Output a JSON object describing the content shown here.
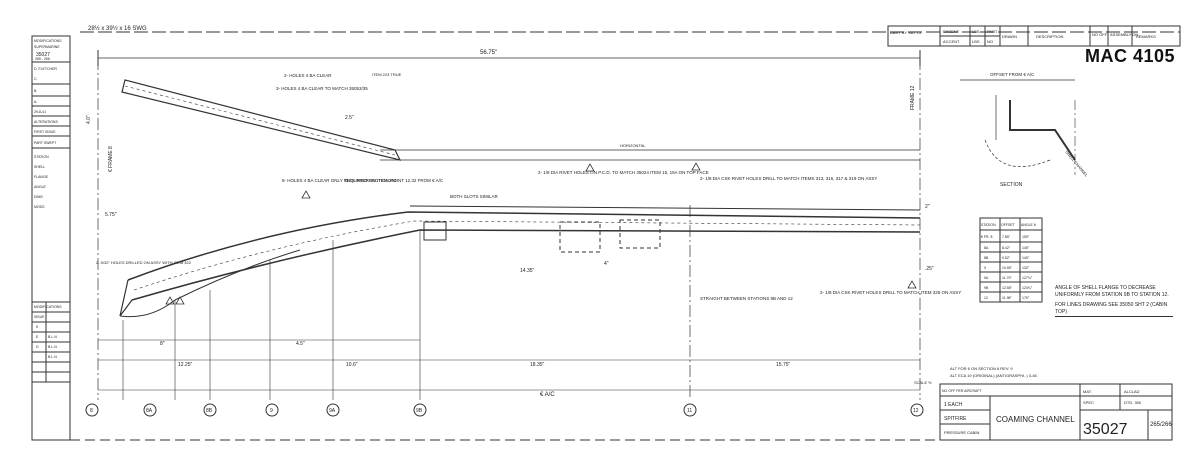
{
  "header": {
    "title_block_label": "28½ x 39½ x 16 SWG",
    "stamp": "MAC 4105",
    "revision_table": {
      "cells": [
        "ABBY BY SAT 13",
        "EXCENT",
        "LBS",
        "PART",
        "DRAWN",
        "DESCRIPTION",
        "NO OFF",
        "ASSEMBLY ON",
        "REMARKS"
      ],
      "row2": [
        "ACCENT",
        "LBS",
        "NO"
      ]
    }
  },
  "left_strip": {
    "lines": [
      "MODIFICATIONS",
      "SUPERMARINE",
      "35027",
      "265 - 266",
      "D. FLETCHER",
      "C.",
      "B.",
      "A.",
      "29-8-41",
      "ALTERATIONS",
      "FIRST ISSUE",
      "PART SWEPT",
      "STATION",
      "SHELL",
      "FLANGE",
      "ANGLE",
      "DIMS",
      "MODS"
    ],
    "lower": [
      "ISSUE",
      "K",
      "E",
      "D",
      "B.L.N",
      "B.L.N",
      "B.L.N"
    ]
  },
  "dims": {
    "overall": "56.75\"",
    "d4": "4.0\"",
    "d575": "5.75\"",
    "d25": "2.5\"",
    "d8": "8\"",
    "d45": "4.5\"",
    "d1435": "14.35\"",
    "d4b": "4\"",
    "d1225": "12.25\"",
    "d106": "10.6\"",
    "d1835": "18.35\"",
    "d1575": "15.75\"",
    "d2": "2\"",
    "d25b": ".25\""
  },
  "labels": {
    "frame8": "€ FRAME 8",
    "frame12": "FRAME 12",
    "horizontal": "HORIZONTAL",
    "holes1": "2- HOLES 4 BA CLEAR",
    "holes2": "3- HOLES 4 BA CLEAR TO MATCH 35053/35",
    "item": "ITEM 223 TRUE",
    "holes3": "8- HOLES 4 BA CLEAR ONLY REQUIRED ON ITEM 264",
    "intersection": "THIS INTERSECTION POINT 12.32 FROM € A/C",
    "slots": "BOTH SLOTS SIMILAR",
    "rivet1": "2- 1/8 DIA RIVET HOLES ON P.C.D. TO MATCH 35024 ITEM 15, 15A ON TOP FACE",
    "rivet2": "2- 1/8 DIA CSK RIVET HOLES DRILL TO MATCH ITEMS 313, 315, 317 & 319 ON ASSY",
    "holes4": "2- 5/32\" HOLES DRILLED ON ASSY WITH ITEM 322",
    "straight": "STRAIGHT BETWEEN STATIONS 9B AND 12",
    "rivet3": "2- 1/8 DIA CSK RIVET HOLES DRILL TO MATCH ITEM 325 ON ASSY",
    "ac": "€ A/C",
    "offset": "OFFSET FROM € A/C",
    "section": "SECTION",
    "shell": "SHELL CHANNEL",
    "angle_note": "ANGLE OF SHELL FLANGE TO DECREASE UNIFORMLY FROM STATION 9B TO STATION 12.",
    "lines_note": "FOR LINES DRAWING SEE 35050 SHT 2 (CABIN TOP)"
  },
  "station_table": {
    "headers": [
      "STATION",
      "OFFSET",
      "ANGLE θ"
    ],
    "rows": [
      [
        "€ FR. 8",
        "7.85\"",
        "150°"
      ],
      [
        "8A",
        "8.42\"",
        "145°"
      ],
      [
        "8B",
        "9.52\"",
        "140°"
      ],
      [
        "9",
        "10.55\"",
        "132°"
      ],
      [
        "9A",
        "11.79\"",
        "127¾°"
      ],
      [
        "9B",
        "12.55\"",
        "123¾°"
      ],
      [
        "12",
        "11.98\"",
        "175°"
      ]
    ]
  },
  "stations": [
    "8",
    "8A",
    "8B",
    "9",
    "9A",
    "9B",
    "11",
    "12"
  ],
  "title_block": {
    "notes": [
      "ALT FOR 6 ON SECTION 6 REV. 9",
      "ALT ECA 19 (ORIGINAL) (ANTIGRASPHI..) 3-46"
    ],
    "scale": "SCALE ½",
    "no_off": "NO OFF PER AIRCRAFT",
    "each": "1 EACH",
    "spitfire": "SPITFIRE",
    "cabin": "PRESSURE CABIN",
    "name": "COAMING CHANNEL",
    "mat": "MAT.",
    "alclad": "ALCLAD",
    "spec": "SPEC",
    "dtd": "DTD. 390",
    "number": "35027",
    "sheet": "265/266"
  }
}
